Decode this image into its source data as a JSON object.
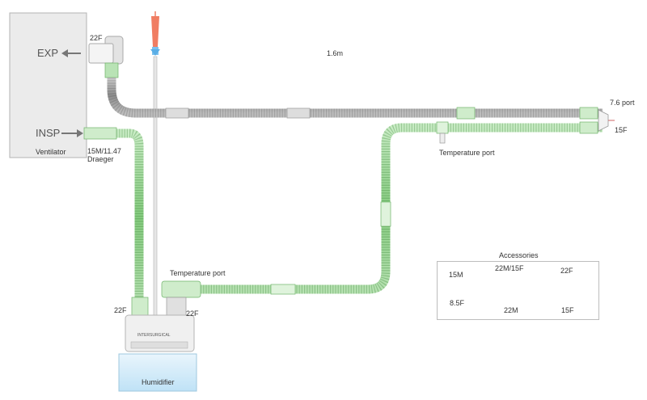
{
  "ventilator": {
    "exp": "EXP",
    "insp": "INSP",
    "name": "Ventilator"
  },
  "labels": {
    "exp_connector": "22F",
    "length": "1.6m",
    "port_76": "7.6 port",
    "port_15f": "15F",
    "temp_port_top": "Temperature port",
    "temp_port_bottom": "Temperature port",
    "insp_connector_1": "15M/11.47",
    "insp_connector_2": "Draeger",
    "humid_left": "22F",
    "humid_right": "22F"
  },
  "humidifier": {
    "name": "Humidifier",
    "brand": "INTERSURGICAL"
  },
  "accessories": {
    "title": "Accessories",
    "items": [
      {
        "top": "15M",
        "bottom": "8.5F"
      },
      {
        "top": "22M/15F",
        "bottom": "22M"
      },
      {
        "top": "22F",
        "bottom": "15F"
      }
    ]
  },
  "colors": {
    "green": "#9ed49a",
    "grey": "#9a9a9a",
    "ventilator": "#ebebeb",
    "humidifier": "#d3ebf8",
    "needle": "#f07d62"
  }
}
